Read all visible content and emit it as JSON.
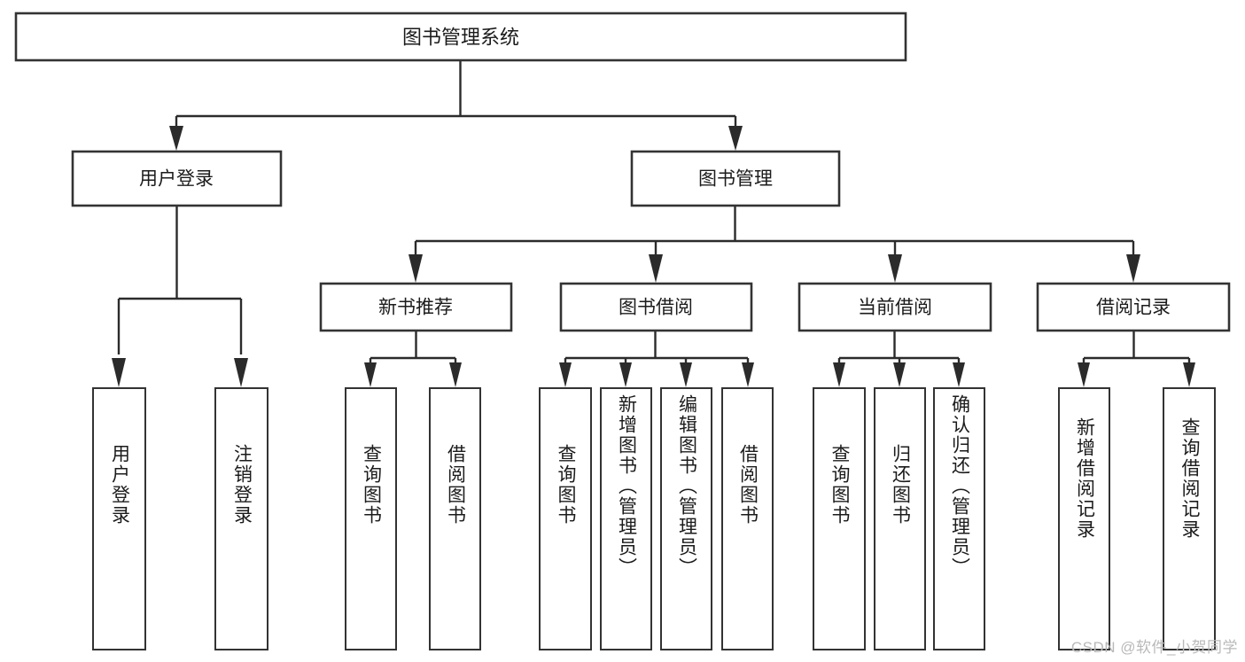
{
  "diagram": {
    "type": "hierarchy-tree",
    "title_node": {
      "id": "root",
      "label": "图书管理系统"
    },
    "level2": [
      {
        "id": "user-login",
        "label": "用户登录"
      },
      {
        "id": "book-management",
        "label": "图书管理"
      }
    ],
    "level3": [
      {
        "id": "new-book-recommend",
        "label": "新书推荐",
        "parent": "book-management"
      },
      {
        "id": "book-borrow",
        "label": "图书借阅",
        "parent": "book-management"
      },
      {
        "id": "current-borrow",
        "label": "当前借阅",
        "parent": "book-management"
      },
      {
        "id": "borrow-record",
        "label": "借阅记录",
        "parent": "book-management"
      }
    ],
    "leaves": [
      {
        "id": "leaf-user-login",
        "label": "用户登录",
        "parent": "user-login"
      },
      {
        "id": "leaf-logout-login",
        "label": "注销登录",
        "parent": "user-login"
      },
      {
        "id": "leaf-query-book-1",
        "label": "查询图书",
        "parent": "new-book-recommend"
      },
      {
        "id": "leaf-borrow-book-1",
        "label": "借阅图书",
        "parent": "new-book-recommend"
      },
      {
        "id": "leaf-query-book-2",
        "label": "查询图书",
        "parent": "book-borrow"
      },
      {
        "id": "leaf-add-book",
        "label": "新增图书（管理员）",
        "parent": "book-borrow"
      },
      {
        "id": "leaf-edit-book",
        "label": "编辑图书（管理员）",
        "parent": "book-borrow"
      },
      {
        "id": "leaf-borrow-book-2",
        "label": "借阅图书",
        "parent": "book-borrow"
      },
      {
        "id": "leaf-query-book-3",
        "label": "查询图书",
        "parent": "current-borrow"
      },
      {
        "id": "leaf-return-book",
        "label": "归还图书",
        "parent": "current-borrow"
      },
      {
        "id": "leaf-confirm-return",
        "label": "确认归还（管理员）",
        "parent": "current-borrow"
      },
      {
        "id": "leaf-add-borrow-record",
        "label": "新增借阅记录",
        "parent": "borrow-record"
      },
      {
        "id": "leaf-query-borrow-record",
        "label": "查询借阅记录",
        "parent": "borrow-record"
      }
    ],
    "colors": {
      "box_stroke": "#333333",
      "connector": "#2b2b2b",
      "background": "#ffffff",
      "text": "#1b1b1b",
      "watermark": "#b9b9b9"
    }
  },
  "watermark": {
    "text": "CSDN @软件_小贺同学"
  }
}
